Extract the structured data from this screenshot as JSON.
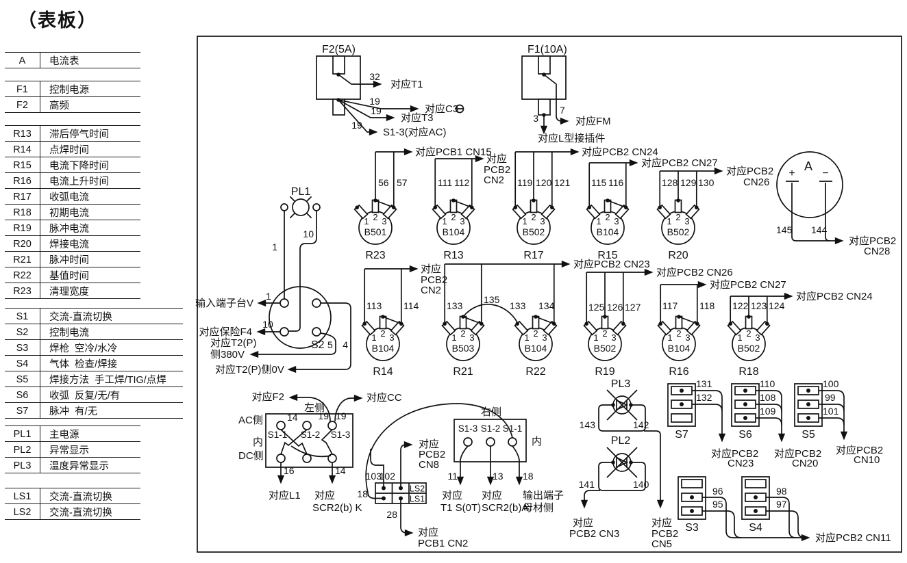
{
  "title": "（表板）",
  "legend": {
    "groups": [
      {
        "rows": [
          {
            "code": "A",
            "desc": "电流表"
          }
        ]
      },
      {
        "rows": [
          {
            "code": "F1",
            "desc": "控制电源"
          },
          {
            "code": "F2",
            "desc": "高频"
          }
        ]
      },
      {
        "rows": [
          {
            "code": "R13",
            "desc": "滞后停气时间"
          },
          {
            "code": "R14",
            "desc": "点焊时间"
          },
          {
            "code": "R15",
            "desc": "电流下降时间"
          },
          {
            "code": "R16",
            "desc": "电流上升时间"
          },
          {
            "code": "R17",
            "desc": "收弧电流"
          },
          {
            "code": "R18",
            "desc": "初期电流"
          },
          {
            "code": "R19",
            "desc": "脉冲电流"
          },
          {
            "code": "R20",
            "desc": "焊接电流"
          },
          {
            "code": "R21",
            "desc": "脉冲时间"
          },
          {
            "code": "R22",
            "desc": "基值时间"
          },
          {
            "code": "R23",
            "desc": "清理宽度"
          }
        ]
      },
      {
        "rows": [
          {
            "code": "S1",
            "desc": "交流-直流切换"
          },
          {
            "code": "S2",
            "desc": "控制电流"
          },
          {
            "code": "S3",
            "desc": "焊枪  空冷/水冷"
          },
          {
            "code": "S4",
            "desc": "气体  检查/焊接"
          },
          {
            "code": "S5",
            "desc": "焊接方法  手工焊/TIG/点焊"
          },
          {
            "code": "S6",
            "desc": "收弧  反复/无/有"
          },
          {
            "code": "S7",
            "desc": "脉冲  有/无"
          }
        ]
      },
      {
        "rows": [
          {
            "code": "PL1",
            "desc": "主电源"
          },
          {
            "code": "PL2",
            "desc": "异常显示"
          },
          {
            "code": "PL3",
            "desc": "温度异常显示"
          }
        ]
      },
      {
        "rows": [
          {
            "code": "LS1",
            "desc": "交流-直流切换"
          },
          {
            "code": "LS2",
            "desc": "交流-直流切换"
          }
        ]
      }
    ]
  },
  "diagram": {
    "terms": [
      "1",
      "2",
      "3"
    ],
    "f2": {
      "title": "F2(5A)",
      "n32": "32",
      "t32": "对应T1",
      "n19a": "19",
      "tc3": "对应C3",
      "n19b": "19",
      "tt3": "对应T3",
      "n19c": "19",
      "ts13": "S1-3(对应AC)"
    },
    "f1": {
      "title": "F1(10A)",
      "n7": "7",
      "tfm": "对应FM",
      "n3": "3",
      "tl": "对应L型接插件"
    },
    "pots": [
      {
        "id": "R23",
        "chip": "B501",
        "wires": [
          "56",
          "57"
        ],
        "target": [
          "对应PCB1 CN15"
        ]
      },
      {
        "id": "R13",
        "chip": "B104",
        "wires": [
          "111",
          "112"
        ],
        "target": [
          "对应",
          "PCB2",
          "CN2"
        ]
      },
      {
        "id": "R17",
        "chip": "B502",
        "wires": [
          "119",
          "120",
          "121"
        ],
        "target": [
          "对应PCB2 CN24"
        ]
      },
      {
        "id": "R15",
        "chip": "B104",
        "wires": [
          "115",
          "116"
        ],
        "target": [
          "对应PCB2 CN27"
        ]
      },
      {
        "id": "R20",
        "chip": "B502",
        "wires": [
          "128",
          "129",
          "130"
        ],
        "target": [
          "对应PCB2",
          "CN26"
        ]
      },
      {
        "id": "R14",
        "chip": "B104",
        "wires": [
          "113",
          "114"
        ],
        "target": [
          "对应",
          "PCB2",
          "CN2"
        ]
      },
      {
        "id": "R21",
        "chip": "B503",
        "wires": [
          "133",
          "135"
        ],
        "target": [
          "对应PCB2 CN23"
        ]
      },
      {
        "id": "R22",
        "chip": "B104",
        "wires": [
          "133",
          "134"
        ],
        "target": []
      },
      {
        "id": "R19",
        "chip": "B502",
        "wires": [
          "125",
          "126",
          "127"
        ],
        "target": [
          "对应PCB2 CN26"
        ]
      },
      {
        "id": "R16",
        "chip": "B104",
        "wires": [
          "117",
          "118"
        ],
        "target": [
          "对应PCB2 CN27"
        ]
      },
      {
        "id": "R18",
        "chip": "B502",
        "wires": [
          "122",
          "123",
          "124"
        ],
        "target": [
          "对应PCB2 CN24"
        ]
      }
    ],
    "s2": {
      "pl1": "PL1",
      "id": "S2",
      "n1": "1",
      "n10": "10",
      "n4": "4",
      "n5": "5",
      "t_in": "输入端子台V",
      "t_f4": "对应保险F4",
      "t_380a": "对应T2(P)",
      "t_380b": "侧380V",
      "t_0v": "对应T2(P)侧0V",
      "w1": "1",
      "w10": "10"
    },
    "s1_left": {
      "t_f2": "对应F2",
      "t_cc": "对应CC",
      "side": "左侧",
      "ac": "AC侧",
      "nei": "内",
      "dc": "DC侧",
      "n14": "14",
      "n19a": "19",
      "n19b": "19",
      "s11": "S1-1",
      "s12": "S1-2",
      "s13": "S1-3",
      "n16": "16",
      "n14b": "14",
      "t_l1": "对应L1",
      "t_scra": "对应",
      "t_scrb": "SCR2(b) K"
    },
    "s1_right": {
      "side": "右侧",
      "nei": "内",
      "s13": "S1-3",
      "s12": "S1-2",
      "s11": "S1-1",
      "n11": "11",
      "n13": "13",
      "n18": "18",
      "t1a": "对应",
      "t1b": "T1 S(0T)",
      "scra": "对应",
      "scrb": "SCR2(b)A",
      "outa": "输出端子",
      "outb": "母材侧"
    },
    "ls": {
      "n103": "103",
      "n102": "102",
      "n18": "18",
      "n28": "28",
      "ls2": "LS2",
      "ls1": "LS1",
      "cn8": [
        "对应",
        "PCB2",
        "CN8"
      ],
      "cn2": [
        "对应",
        "PCB1 CN2"
      ]
    },
    "pl3": {
      "id": "PL3",
      "nl": "143",
      "nr": "142"
    },
    "pl2": {
      "id": "PL2",
      "nl": "141",
      "nr": "140"
    },
    "cn3": [
      "对应",
      "PCB2 CN3"
    ],
    "cn5": [
      "对应",
      "PCB2",
      "CN5"
    ],
    "s7": {
      "id": "S7",
      "wires": [
        "131",
        "132"
      ],
      "target": [
        "对应PCB2",
        "CN23"
      ]
    },
    "s6": {
      "id": "S6",
      "wires": [
        "110",
        "108",
        "109"
      ],
      "target": [
        "对应PCB2",
        "CN20"
      ]
    },
    "s5": {
      "id": "S5",
      "wires": [
        "100",
        "99",
        "101"
      ],
      "target": [
        "对应PCB2",
        "CN10"
      ]
    },
    "s3": {
      "id": "S3",
      "wires": [
        "96",
        "95"
      ]
    },
    "s4": {
      "id": "S4",
      "wires": [
        "98",
        "97"
      ]
    },
    "t_cn11": "对应PCB2 CN11",
    "am": {
      "id": "A",
      "plus": "+",
      "minus": "−",
      "nl": "145",
      "nr": "144",
      "target": [
        "对应PCB2",
        "CN28"
      ]
    }
  }
}
